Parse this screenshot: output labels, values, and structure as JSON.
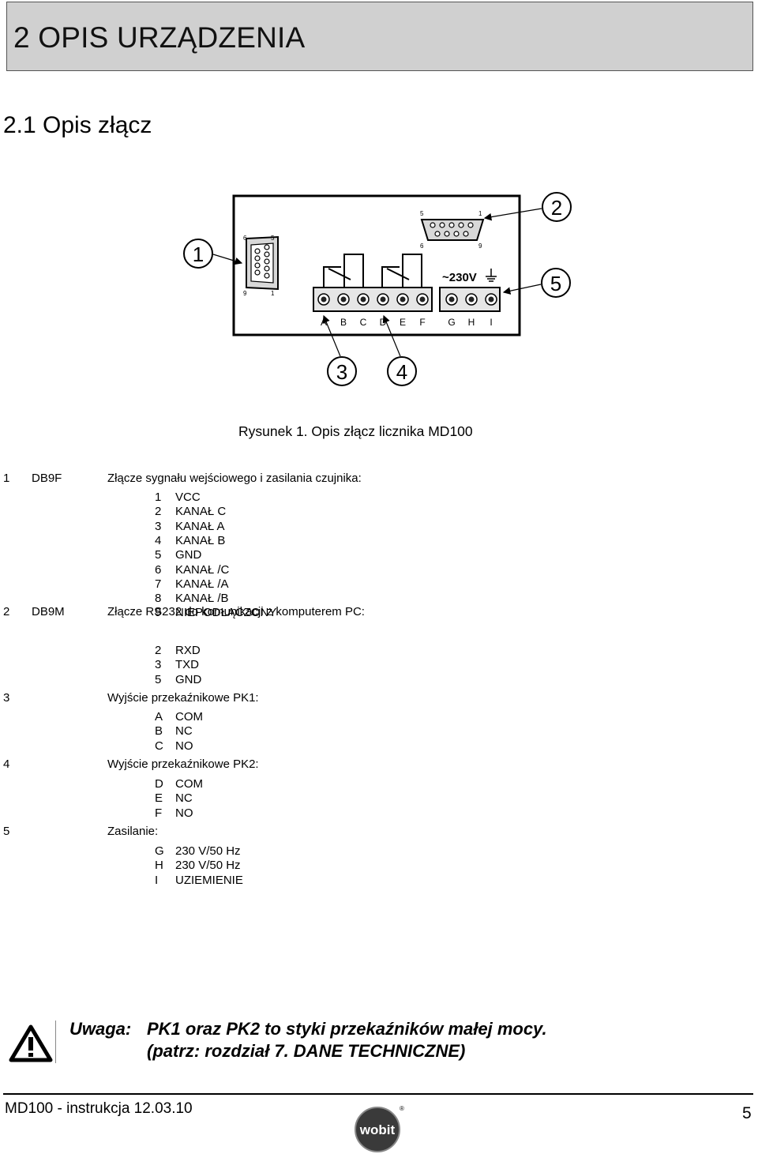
{
  "chapter": {
    "title": "2  OPIS URZĄDZENIA"
  },
  "section": {
    "title": "2.1  Opis złącz"
  },
  "diagram": {
    "callouts": [
      "1",
      "2",
      "3",
      "4",
      "5"
    ],
    "db9f_pins": {
      "top_left": "6",
      "top_right": "5",
      "bottom_left": "9",
      "bottom_right": "1"
    },
    "db9m_pins": {
      "top_left": "5",
      "top_right": "1",
      "bottom_left": "6",
      "bottom_right": "9"
    },
    "power_label": "~230V",
    "terminals": [
      "A",
      "B",
      "C",
      "D",
      "E",
      "F",
      "G",
      "H",
      "I"
    ]
  },
  "caption": "Rysunek 1. Opis złącz licznika MD100",
  "connectors": [
    {
      "num": "1",
      "code": "DB9F",
      "desc": "Złącze sygnału wejściowego i zasilania czujnika:",
      "pins": [
        {
          "k": "1",
          "v": "VCC"
        },
        {
          "k": "2",
          "v": "KANAŁ C"
        },
        {
          "k": "3",
          "v": "KANAŁ A"
        },
        {
          "k": "4",
          "v": "KANAŁ B"
        },
        {
          "k": "5",
          "v": "GND"
        },
        {
          "k": "6",
          "v": "KANAŁ /C"
        },
        {
          "k": "7",
          "v": "KANAŁ /A"
        },
        {
          "k": "8",
          "v": "KANAŁ /B"
        },
        {
          "k": "9",
          "v": "NIEPODŁĄCZONY"
        }
      ]
    },
    {
      "num": "2",
      "code": "DB9M",
      "desc": "Złącze RS232 do komunikacji z komputerem PC:",
      "pins": [
        {
          "k": "2",
          "v": "RXD"
        },
        {
          "k": "3",
          "v": "TXD"
        },
        {
          "k": "5",
          "v": "GND"
        }
      ]
    },
    {
      "num": "3",
      "code": "",
      "desc": "Wyjście przekaźnikowe PK1:",
      "pins": [
        {
          "k": "A",
          "v": "COM"
        },
        {
          "k": "B",
          "v": "NC"
        },
        {
          "k": "C",
          "v": "NO"
        }
      ]
    },
    {
      "num": "4",
      "code": "",
      "desc": "Wyjście przekaźnikowe PK2:",
      "pins": [
        {
          "k": "D",
          "v": "COM"
        },
        {
          "k": "E",
          "v": "NC"
        },
        {
          "k": "F",
          "v": "NO"
        }
      ]
    },
    {
      "num": "5",
      "code": "",
      "desc": "Zasilanie:",
      "pins": [
        {
          "k": "G",
          "v": "230 V/50 Hz"
        },
        {
          "k": "H",
          "v": "230 V/50 Hz"
        },
        {
          "k": "I",
          "v": "UZIEMIENIE"
        }
      ]
    }
  ],
  "note": {
    "label": "Uwaga:",
    "line1": "PK1 oraz PK2 to styki przekaźników małej mocy.",
    "line2": "(patrz: rozdział 7. DANE TECHNICZNE)"
  },
  "footer": {
    "left": "MD100 - instrukcja 12.03.10",
    "page": "5",
    "logo_text": "wobit",
    "registered": "®"
  }
}
